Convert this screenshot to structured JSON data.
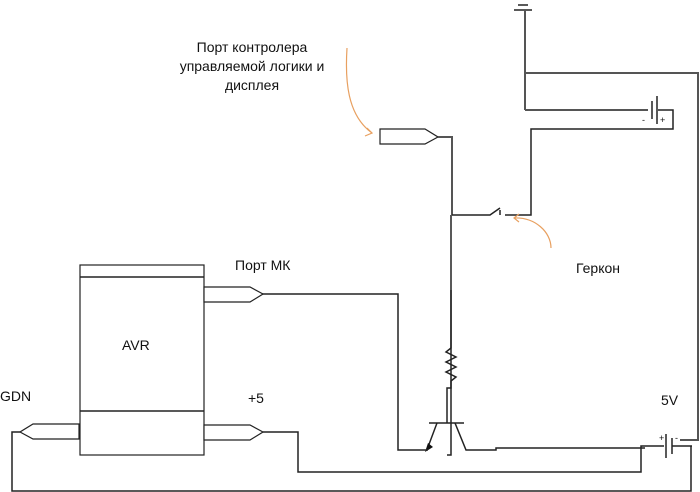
{
  "diagram": {
    "labels": {
      "port_controller": [
        "Порт контролера",
        "управляемой логики и",
        "дисплея"
      ],
      "gerkon": "Геркон",
      "port_mk": "Порт МК",
      "avr": "AVR",
      "gdn": "GDN",
      "plus5": "+5",
      "v5": "5V"
    },
    "battery_top": {
      "minus": "-",
      "plus": "+"
    },
    "battery_bottom": {
      "plus": "+",
      "minus": "-"
    },
    "colors": {
      "wire": "#222222",
      "annotation_arrow": "#e8a060"
    }
  }
}
